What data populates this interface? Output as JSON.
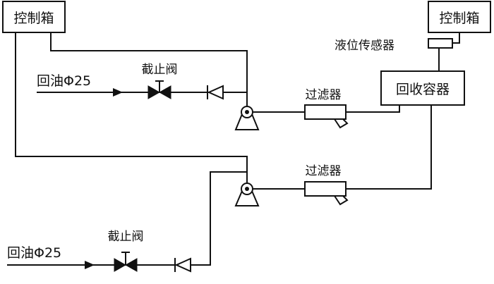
{
  "labels": {
    "control_box_left": "控制箱",
    "control_box_right": "控制箱",
    "level_sensor": "液位传感器",
    "recovery_container": "回收容器",
    "filter_top": "过滤器",
    "filter_bottom": "过滤器",
    "valve_top": "截止阀",
    "valve_bottom": "截止阀",
    "return_oil_top": "回油Φ25",
    "return_oil_bottom": "回油Φ25"
  },
  "colors": {
    "line": "#111111",
    "background": "#ffffff"
  }
}
